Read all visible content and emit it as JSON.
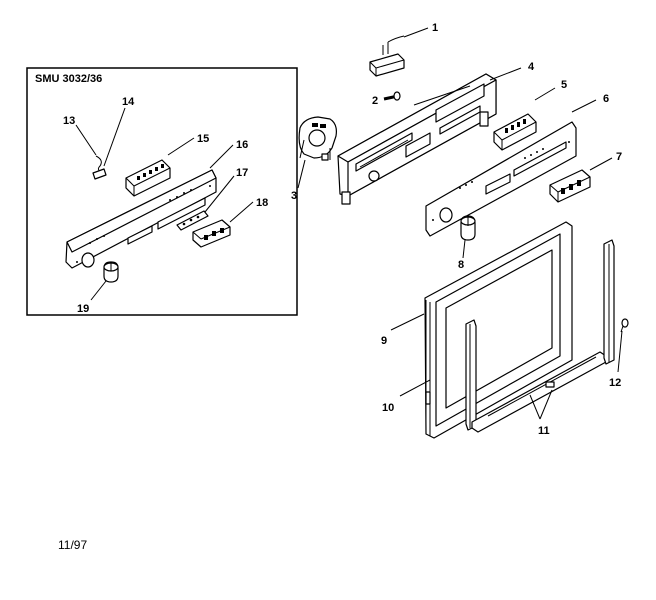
{
  "inset": {
    "title": "SMU 3032/36"
  },
  "footer": {
    "date": "11/97"
  },
  "callouts": [
    "1",
    "2",
    "3",
    "4",
    "5",
    "6",
    "7",
    "8",
    "9",
    "10",
    "11",
    "12",
    "13",
    "14",
    "15",
    "16",
    "17",
    "18",
    "19"
  ]
}
